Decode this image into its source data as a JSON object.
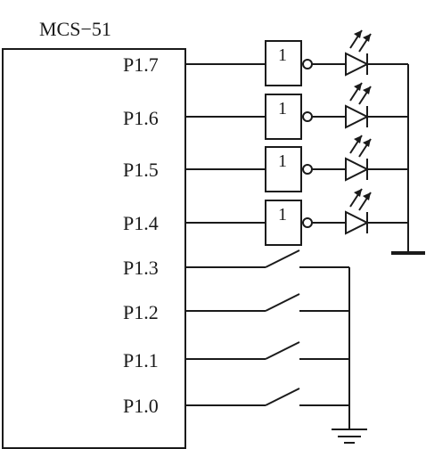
{
  "chip": {
    "name": "MCS−51"
  },
  "pins": [
    {
      "id": "p17",
      "label": "P1.7"
    },
    {
      "id": "p16",
      "label": "P1.6"
    },
    {
      "id": "p15",
      "label": "P1.5"
    },
    {
      "id": "p14",
      "label": "P1.4"
    },
    {
      "id": "p13",
      "label": "P1.3"
    },
    {
      "id": "p12",
      "label": "P1.2"
    },
    {
      "id": "p11",
      "label": "P1.1"
    },
    {
      "id": "p10",
      "label": "P1.0"
    }
  ],
  "gates": [
    {
      "symbol": "1"
    },
    {
      "symbol": "1"
    },
    {
      "symbol": "1"
    },
    {
      "symbol": "1"
    }
  ],
  "components": {
    "output_pins": [
      "P1.7",
      "P1.6",
      "P1.5",
      "P1.4"
    ],
    "output_element": "inverter-driven LED",
    "input_pins": [
      "P1.3",
      "P1.2",
      "P1.1",
      "P1.0"
    ],
    "input_element": "switch to ground"
  }
}
